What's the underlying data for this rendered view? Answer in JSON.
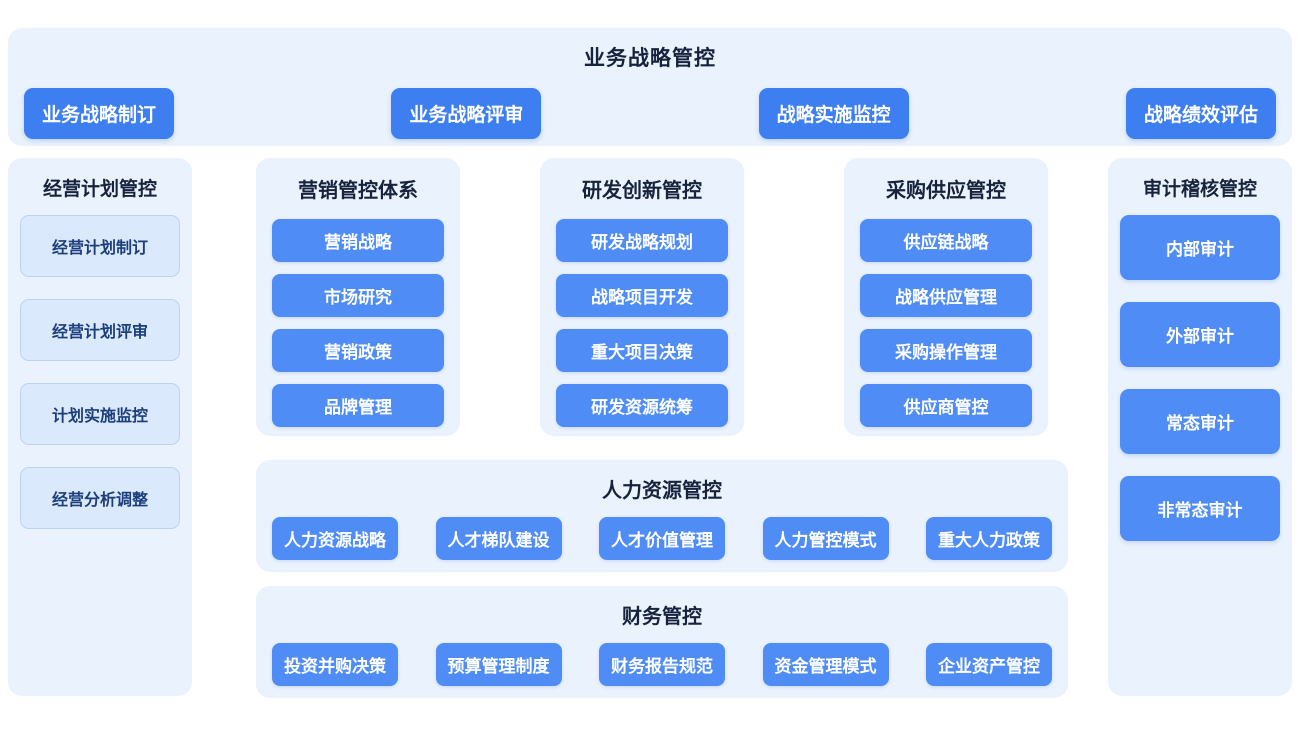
{
  "top": {
    "title": "业务战略管控",
    "chips": [
      "业务战略制订",
      "业务战略评审",
      "战略实施监控",
      "战略绩效评估"
    ]
  },
  "left_column": {
    "title": "经营计划管控",
    "items": [
      "经营计划制订",
      "经营计划评审",
      "计划实施监控",
      "经营分析调整"
    ]
  },
  "right_column": {
    "title": "审计稽核管控",
    "items": [
      "内部审计",
      "外部审计",
      "常态审计",
      "非常态审计"
    ]
  },
  "categories": [
    {
      "title": "营销管控体系",
      "items": [
        "营销战略",
        "市场研究",
        "营销政策",
        "品牌管理"
      ]
    },
    {
      "title": "研发创新管控",
      "items": [
        "研发战略规划",
        "战略项目开发",
        "重大项目决策",
        "研发资源统筹"
      ]
    },
    {
      "title": "采购供应管控",
      "items": [
        "供应链战略",
        "战略供应管理",
        "采购操作管理",
        "供应商管控"
      ]
    }
  ],
  "hr_panel": {
    "title": "人力资源管控",
    "items": [
      "人力资源战略",
      "人才梯队建设",
      "人才价值管理",
      "人力管控模式",
      "重大人力政策"
    ]
  },
  "finance_panel": {
    "title": "财务管控",
    "items": [
      "投资并购决策",
      "预算管理制度",
      "财务报告规范",
      "资金管理模式",
      "企业资产管控"
    ]
  },
  "theme": {
    "panel_bg": "#eaf2fd",
    "tag_blue": "#4f8cf5",
    "chip_blue": "#3d7ef0",
    "pill_light": "#dbe9fc",
    "text_dark": "#17233d"
  }
}
